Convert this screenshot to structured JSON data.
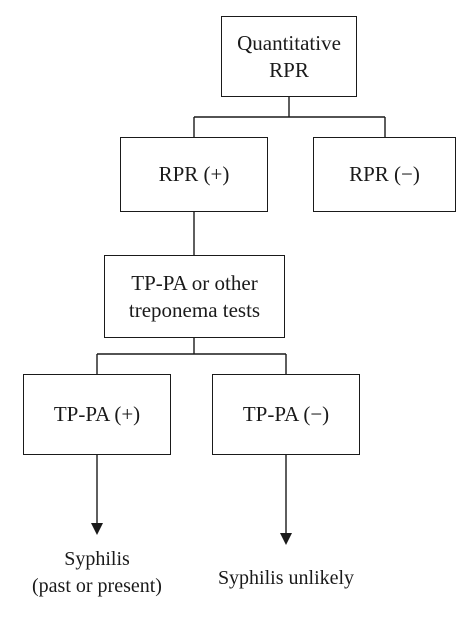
{
  "flowchart": {
    "root": {
      "line1": "Quantitative",
      "line2": "RPR"
    },
    "rpr_positive": "RPR (+)",
    "rpr_negative": "RPR (−)",
    "treponema_tests": {
      "line1": "TP-PA or other",
      "line2": "treponema tests"
    },
    "tppa_positive": "TP-PA (+)",
    "tppa_negative": "TP-PA (−)",
    "outcome_positive": {
      "line1": "Syphilis",
      "line2": "(past or present)"
    },
    "outcome_negative": "Syphilis unlikely"
  }
}
